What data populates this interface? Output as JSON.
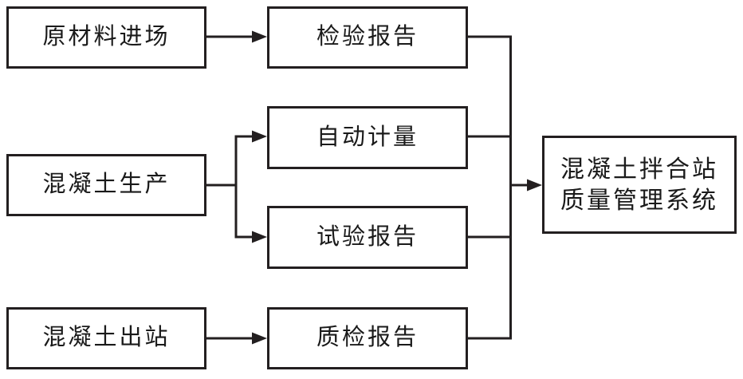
{
  "diagram": {
    "type": "flowchart",
    "colors": {
      "line": "#231f20",
      "background": "#ffffff",
      "text": "#1a1a1a"
    },
    "nodes": {
      "raw_material_entry": {
        "label": "原材料进场"
      },
      "inspection_report": {
        "label": "检验报告"
      },
      "concrete_production": {
        "label": "混凝土生产"
      },
      "automatic_metering": {
        "label": "自动计量"
      },
      "test_report": {
        "label": "试验报告"
      },
      "concrete_departure": {
        "label": "混凝土出站"
      },
      "quality_inspection_report": {
        "label": "质检报告"
      },
      "management_system": {
        "label_line1": "混凝土拌合站",
        "label_line2": "质量管理系统"
      }
    },
    "edges": [
      {
        "from": "原材料进场",
        "to": "检验报告",
        "arrow": true
      },
      {
        "from": "混凝土生产",
        "to": "自动计量",
        "arrow": true
      },
      {
        "from": "混凝土生产",
        "to": "试验报告",
        "arrow": true
      },
      {
        "from": "混凝土出站",
        "to": "质检报告",
        "arrow": true
      },
      {
        "from": "检验报告",
        "to": "混凝土拌合站质量管理系统",
        "via": "bus",
        "arrow": true
      },
      {
        "from": "自动计量",
        "to": "混凝土拌合站质量管理系统",
        "via": "bus",
        "arrow": true
      },
      {
        "from": "试验报告",
        "to": "混凝土拌合站质量管理系统",
        "via": "bus",
        "arrow": true
      },
      {
        "from": "质检报告",
        "to": "混凝土拌合站质量管理系统",
        "via": "bus",
        "arrow": true
      }
    ]
  }
}
